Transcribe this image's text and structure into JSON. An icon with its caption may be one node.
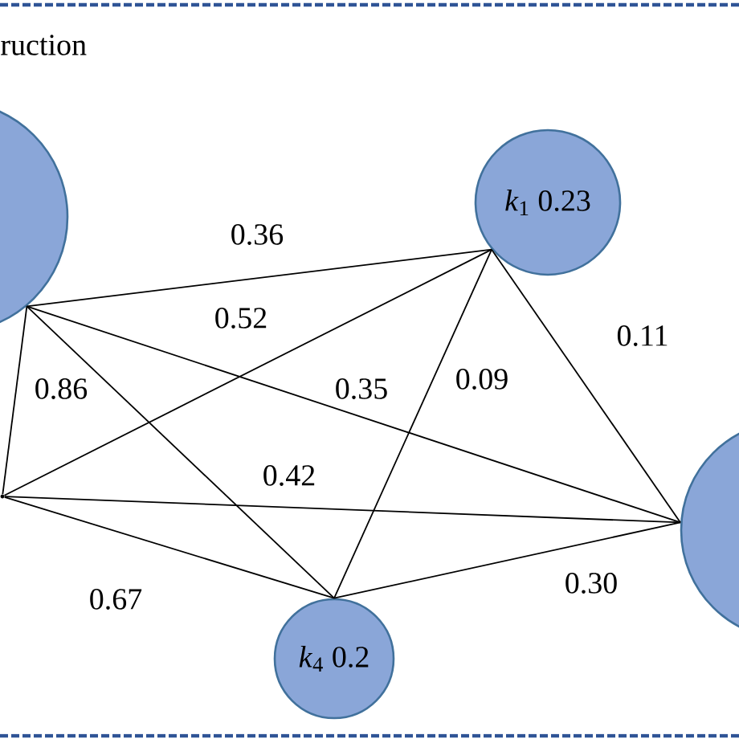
{
  "diagram": {
    "nodes": [
      {
        "text": [],
        "shape": "circle"
      },
      {
        "text": [
          "*k*$_{1}$ 0.23"
        ]
      },
      {
        "text": [],
        "shape": "circle"
      },
      {
        "text": [
          "*k*$_{4}$ 0.2"
        ]
      },
      {
        "text": [],
        "shape": "point"
      }
    ],
    "edges": [
      {
        "from": 0,
        "to": 1,
        "arrow": "none",
        "label": "0.36"
      },
      {
        "from": 4,
        "to": 1,
        "arrow": "none",
        "label": "0.52"
      },
      {
        "from": 1,
        "to": 2,
        "arrow": "none",
        "label": "0.11"
      },
      {
        "from": 0,
        "to": 4,
        "arrow": "none",
        "label": "0.86"
      },
      {
        "from": 0,
        "to": 2,
        "arrow": "none",
        "label": "0.35"
      },
      {
        "from": 1,
        "to": 3,
        "arrow": "none",
        "label": "0.09"
      },
      {
        "from": 4,
        "to": 2,
        "arrow": "none",
        "label": "0.42"
      },
      {
        "from": 0,
        "to": 3,
        "arrow": "none"
      },
      {
        "from": 4,
        "to": 3,
        "arrow": "none",
        "label": "0.67"
      },
      {
        "from": 3,
        "to": 2,
        "arrow": "none",
        "label": "0.30"
      }
    ],
    "labels": [
      "ruction"
    ]
  }
}
